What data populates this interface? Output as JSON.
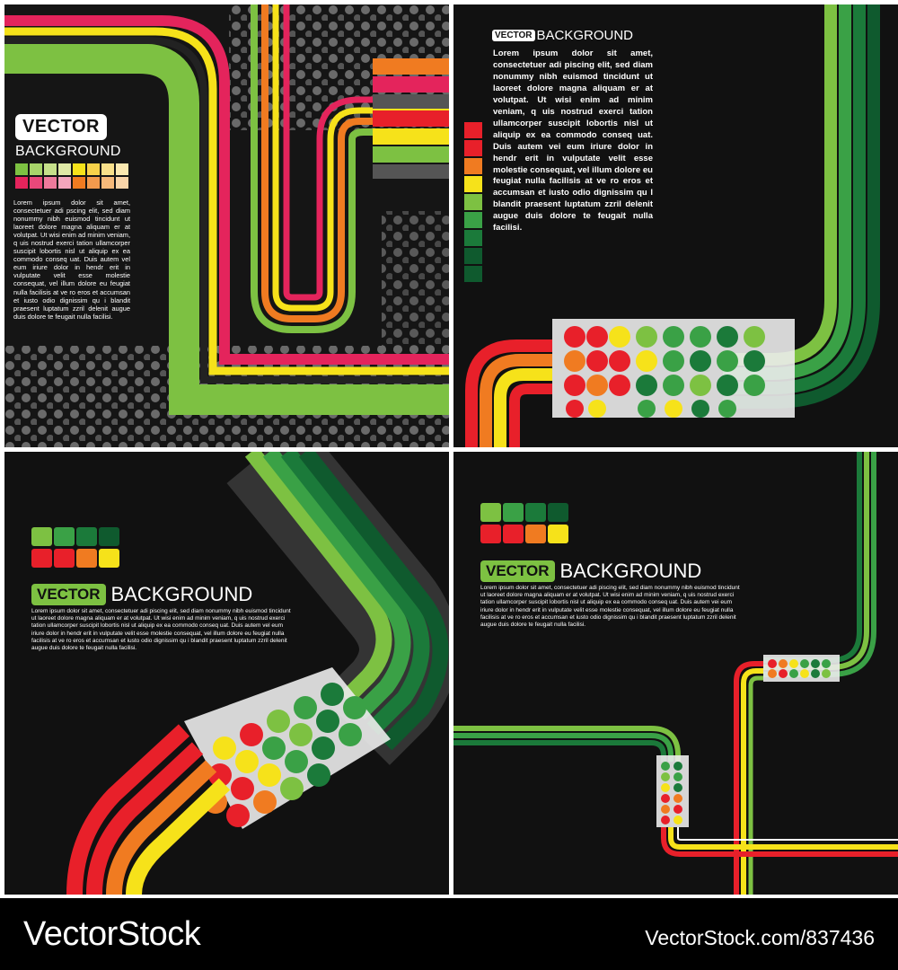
{
  "panels": [
    {
      "vector_label": "VECTOR",
      "background_label": "BACKGROUND",
      "body_text": "Lorem ipsum dolor sit amet, consectetuer adi pscing elit, sed diam nonummy nibh euismod tincidunt ut laoreet dolore magna aliquam er at volutpat. Ut wisi enim ad minim veniam, q uis nostrud exerci tation ullamcorper suscipit lobortis nisl ut aliquip ex ea commodo conseq uat. Duis autem vel eum iriure dolor in hendr erit in vulputate velit esse molestie consequat, vel illum dolore eu feugiat nulla facilisis at ve ro eros et accumsan et iusto odio dignissim qu i blandit praesent luptatum zzril delenit augue duis dolore te feugait nulla facilisi."
    },
    {
      "vector_label": "VECTOR",
      "background_label": "BACKGROUND",
      "body_text": "Lorem ipsum dolor sit amet, consectetuer adi piscing elit, sed diam nonummy nibh euismod tincidunt ut laoreet dolore magna aliquam er at volutpat. Ut wisi enim ad minim veniam, q uis nostrud exerci tation ullamcorper suscipit lobortis nisl ut aliquip ex ea commodo conseq uat. Duis autem vei eum iriure dolor in hendr erit in vulputate velit esse molestie consequat, vel illum dolore eu feugiat nulla facilisis at ve ro eros et accumsan et iusto odio dignissim qu l blandit praesent luptatum zzril delenit augue duis dolore te feugait nulla facilisi."
    },
    {
      "vector_label": "VECTOR",
      "background_label": "BACKGROUND",
      "body_text": "Lorem ipsum dolor sit amet, consectetuer adi piscing elit, sed diam nonummy nibh euismod tincidunt ut laoreet dolore magna aliquam er at volutpat. Ut wisi enim ad minim veniam, q uis nostrud exerci tation ullamcorper suscipit lobortis nisl ut aliquip ex ea commodo conseq uat. Duis autem vel eum iriure dolor in hendr erit in vulputate velit esse molestie consequat, vel illum dolore eu feugiat nulla facilisis at ve ro eros et accumsan et iusto odio dignissim qu i blandit praesent luptatum zzril delenit augue duis dolore te feugait nulla facilisi."
    },
    {
      "vector_label": "VECTOR",
      "background_label": "BACKGROUND",
      "body_text": "Lorem ipsum dolor sit amet, consectetuer adi piscing elit, sed diam nonummy nibh euismod tincidunt ut laoreet dolore magna aliquam er at volutpat. Ut wisi enim ad minim veniam, q uis nostrud exerci tation ullamcorper suscipit lobortis nisl ut aliquip ex ea commodo conseq uat. Duis autem vei eum iriure dolor in hendr erit in vulputate velit esse molestie consequat, vel illum dolore eu feugiat nulla facilisis at ve ro eros et accumsan et iusto odio dignissim qu i blandit praesent luptatum zzril delenit augue duis dolore te feugait nulla facilisi."
    }
  ],
  "footer": {
    "brand": "VectorStock",
    "image_id": "VectorStock.com/837436"
  },
  "palette": {
    "red": "#e8202a",
    "pink": "#e4245c",
    "orange": "#f07b21",
    "yellow": "#f6e21a",
    "lime": "#7dc142",
    "green": "#3aa146",
    "dark_green": "#1b7a3a",
    "deep_green": "#0f5a2e",
    "panel_bg": "#111111"
  }
}
